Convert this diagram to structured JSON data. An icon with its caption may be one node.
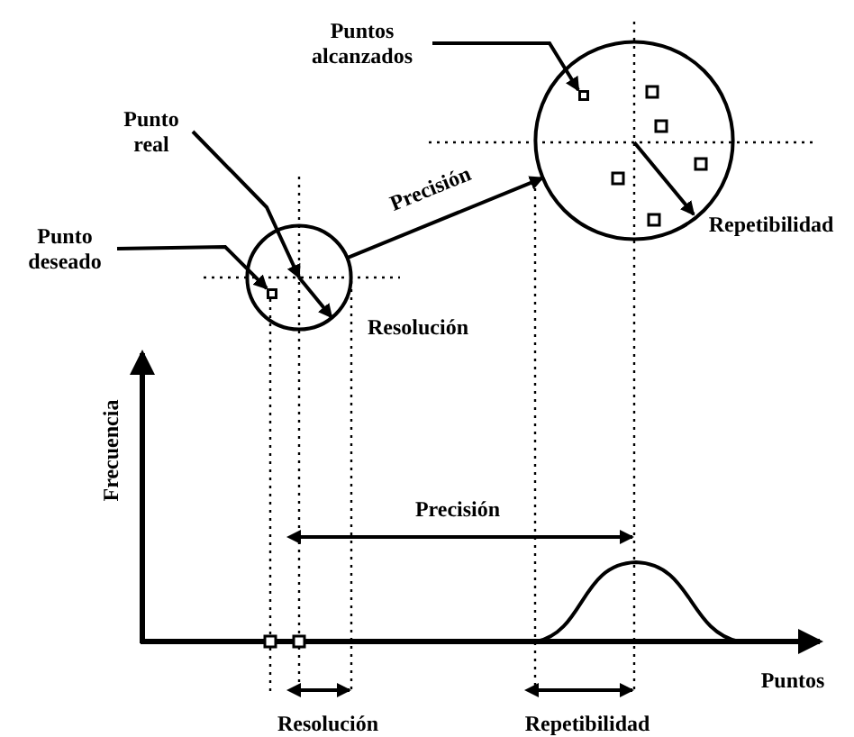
{
  "diagram": {
    "nodes": [
      {
        "text": [
          "Puntos alcanzados"
        ]
      },
      {
        "text": [],
        "shape": "circle"
      },
      {
        "text": [],
        "shape": "box",
        "in": 1
      },
      {
        "text": [
          "Punto real"
        ]
      },
      {
        "text": [
          "Punto deseado"
        ]
      },
      {
        "text": [],
        "shape": "circle"
      },
      {
        "text": [],
        "shape": "box",
        "in": 5
      }
    ],
    "edges": [
      {
        "from": 0,
        "to": 2,
        "arrow": "to"
      },
      {
        "from": 3,
        "to": 5,
        "arrow": "to"
      },
      {
        "from": 4,
        "to": 6,
        "arrow": "to"
      },
      {
        "from": 5,
        "to": 1,
        "arrow": "to",
        "label": "Precisión"
      }
    ],
    "labels": [
      "Repetibilidad",
      "Resolución",
      "Frecuencia",
      "Precisión",
      "Puntos",
      "Resolución",
      "Repetibilidad"
    ]
  }
}
